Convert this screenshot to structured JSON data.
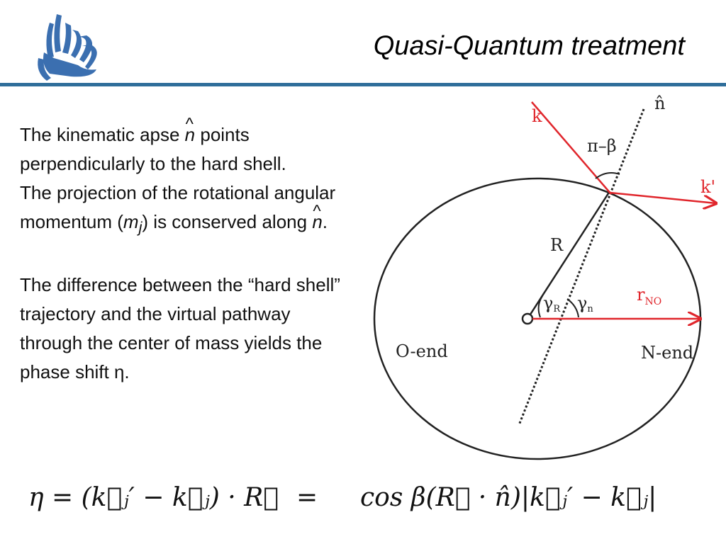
{
  "header": {
    "title": "Quasi-Quantum treatment",
    "brand_color": "#2f6e9a"
  },
  "body": {
    "p1_a": "The kinematic apse ",
    "p1_n": "n",
    "p1_b": " points perpendicularly to the hard shell.",
    "p2_a": "The projection of the rotational angular momentum (",
    "p2_m": "m",
    "p2_j": "j",
    "p2_b": ") is conserved along ",
    "p2_n": "n",
    "p2_c": ".",
    "p3": "The difference between the “hard shell” trajectory and the virtual pathway through the center of mass yields the phase shift η."
  },
  "diagram": {
    "label_n": "n̂",
    "label_k": "k",
    "label_kprime": "k'",
    "label_angle": "π–β",
    "label_R": "R",
    "label_rNO": "r",
    "label_rNO_sub": "NO",
    "label_gammaR": "γ",
    "label_gammaR_sub": "R",
    "label_gamman": "γ",
    "label_gamman_sub": "n",
    "label_oend": "O-end",
    "label_nend": "N-end",
    "red": "#e0262c"
  },
  "formula": {
    "lhs": "η = (k⃗ⱼ′ − k⃗ⱼ) · R⃗",
    "eq": "=",
    "rhs": "cos β(R⃗ · n̂)|k⃗ⱼ′ − k⃗ⱼ|"
  }
}
